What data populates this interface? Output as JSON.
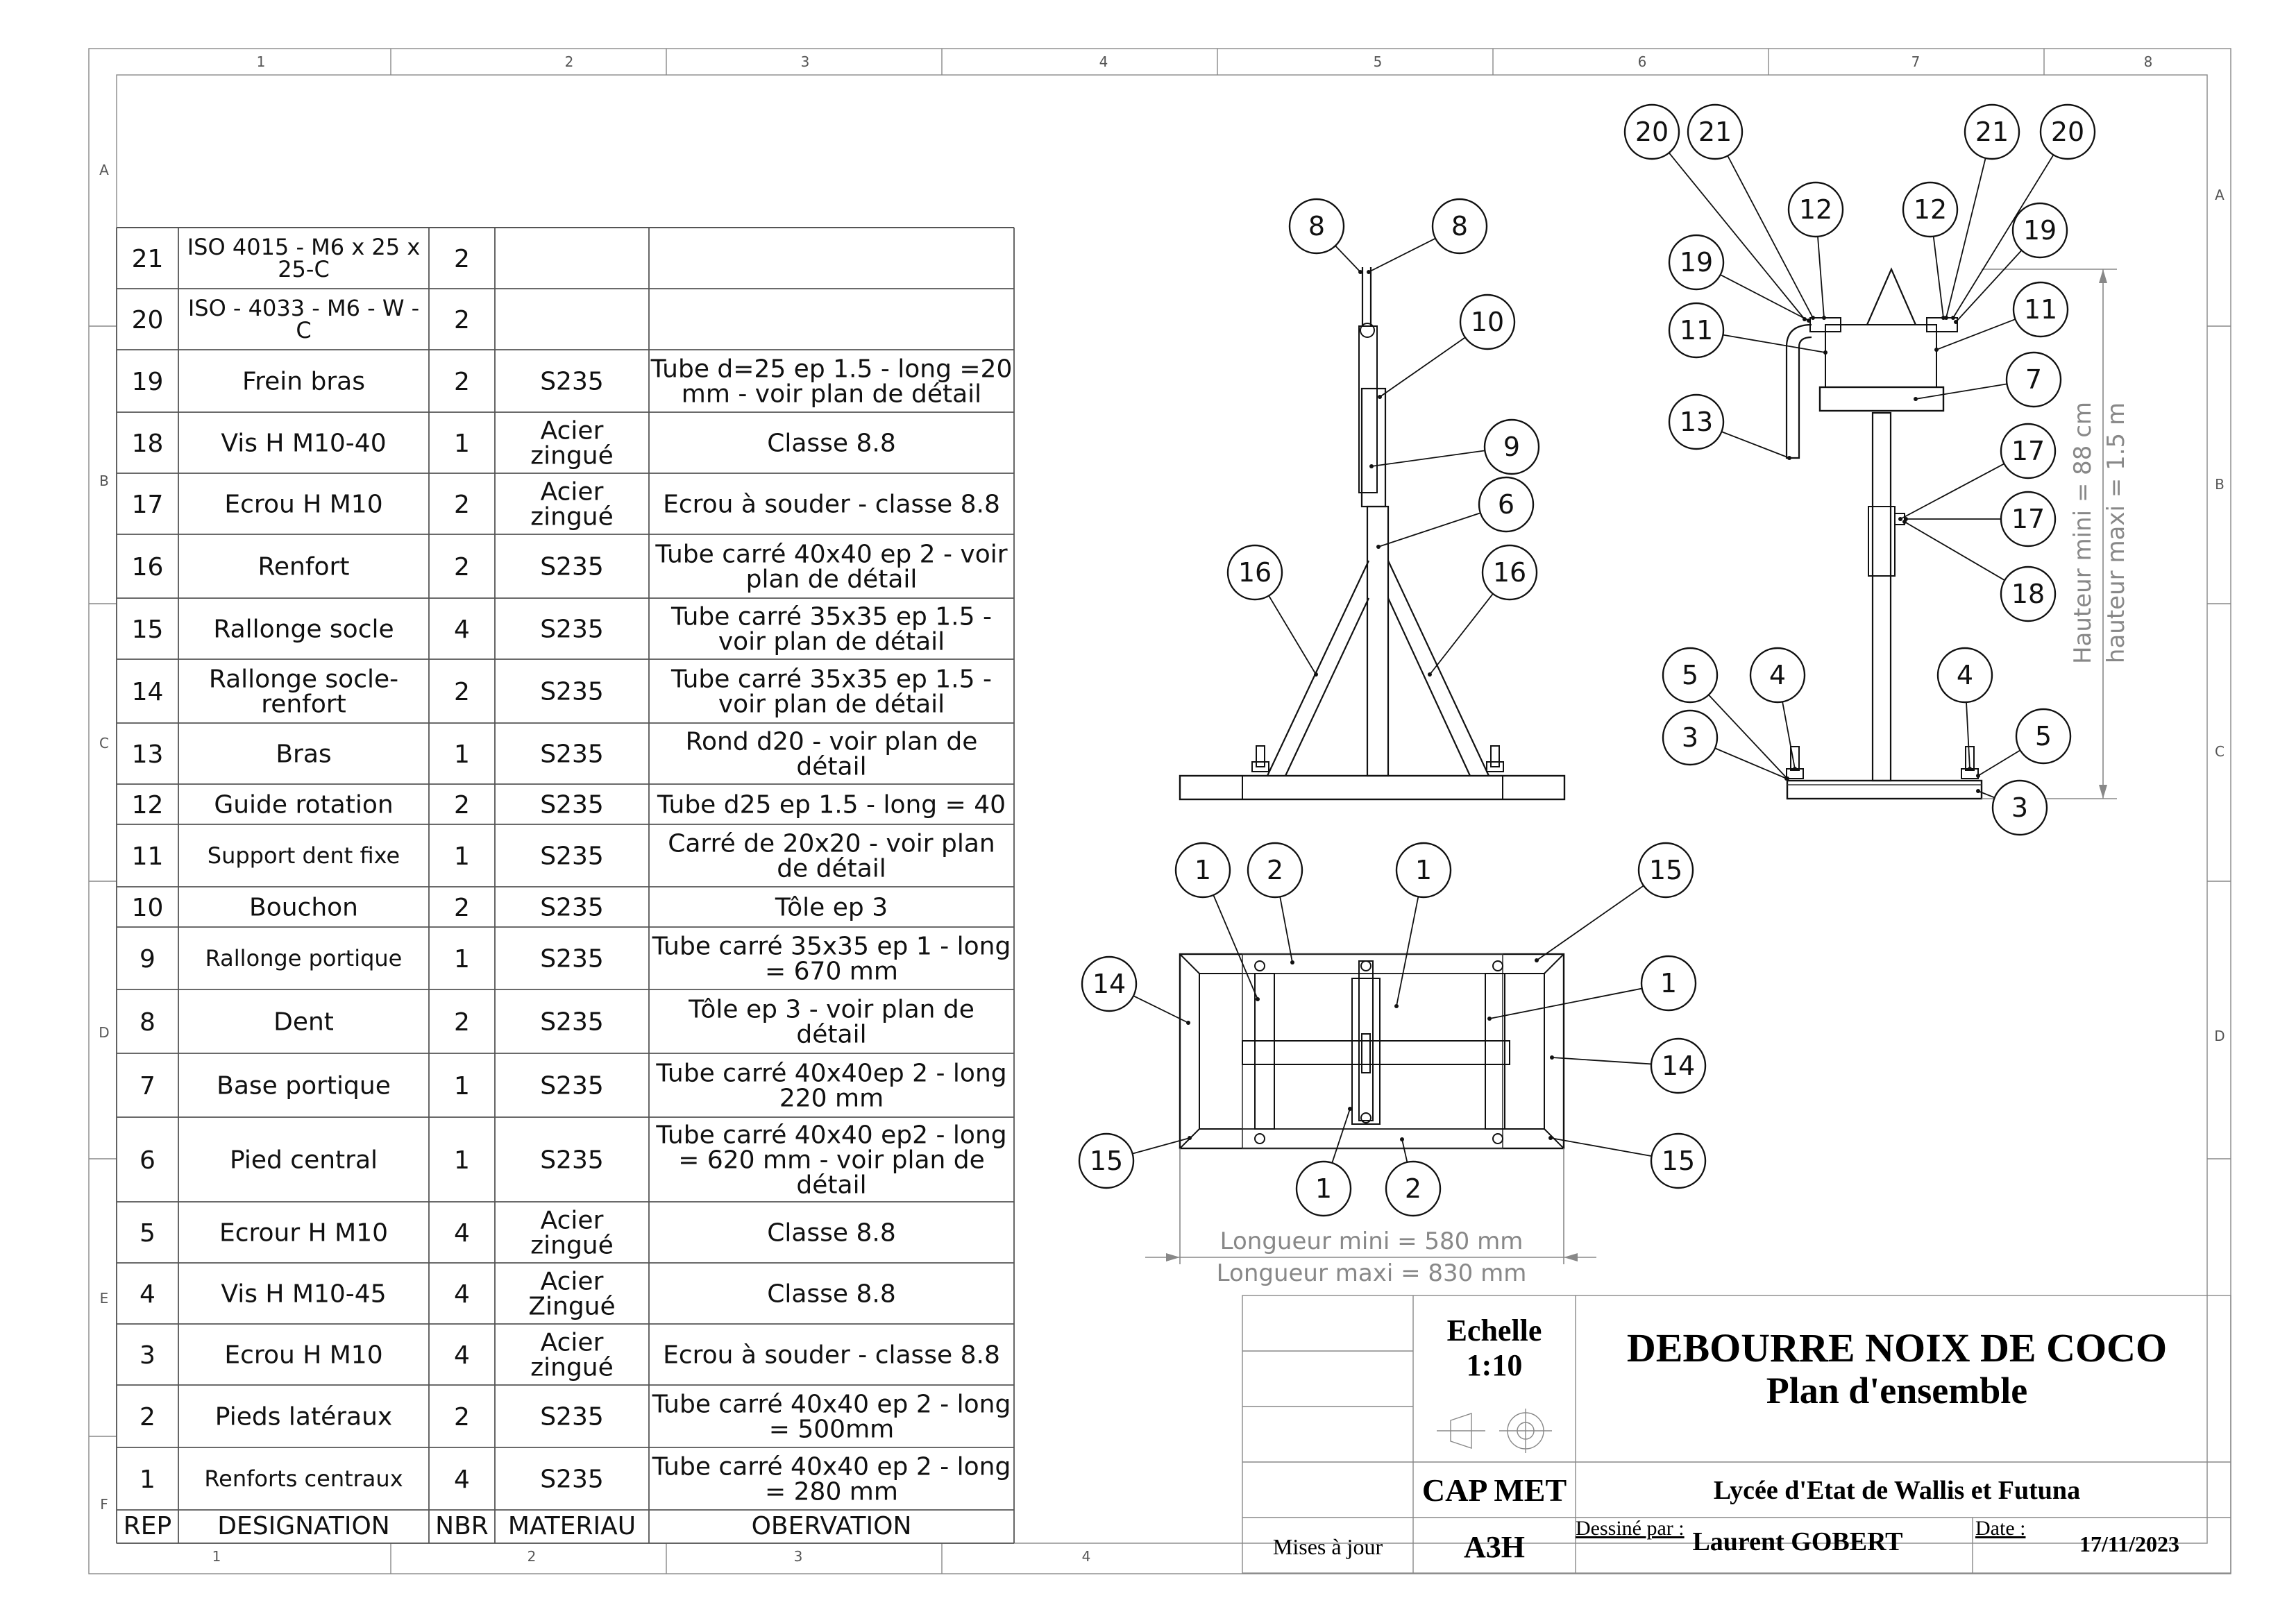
{
  "border": {
    "top_cols": [
      "1",
      "2",
      "3",
      "4",
      "5",
      "6",
      "7",
      "8"
    ],
    "bottom_cols": [
      "1",
      "2",
      "3",
      "4"
    ],
    "left_rows": [
      "A",
      "B",
      "C",
      "D",
      "E",
      "F"
    ],
    "right_rows": [
      "A",
      "B",
      "C",
      "D"
    ]
  },
  "bom": {
    "headers": {
      "rep": "REP",
      "designation": "DESIGNATION",
      "nbr": "NBR",
      "materiau": "MATERIAU",
      "observation": "OBERVATION"
    },
    "rows": [
      {
        "rep": "21",
        "designation": [
          "ISO 4015 - M6 x 25 x",
          "25-C"
        ],
        "nbr": "2",
        "materiau": [],
        "observation": []
      },
      {
        "rep": "20",
        "designation": [
          "ISO - 4033 - M6 - W -",
          "C"
        ],
        "nbr": "2",
        "materiau": [],
        "observation": []
      },
      {
        "rep": "19",
        "designation": [
          "Frein bras"
        ],
        "nbr": "2",
        "materiau": [
          "S235"
        ],
        "observation": [
          "Tube d=25 ep 1.5 - long =20",
          "mm - voir plan de détail"
        ]
      },
      {
        "rep": "18",
        "designation": [
          "Vis H M10-40"
        ],
        "nbr": "1",
        "materiau": [
          "Acier",
          "zingué"
        ],
        "observation": [
          "Classe 8.8"
        ]
      },
      {
        "rep": "17",
        "designation": [
          "Ecrou H M10"
        ],
        "nbr": "2",
        "materiau": [
          "Acier",
          "zingué"
        ],
        "observation": [
          "Ecrou à souder - classe 8.8"
        ]
      },
      {
        "rep": "16",
        "designation": [
          "Renfort"
        ],
        "nbr": "2",
        "materiau": [
          "S235"
        ],
        "observation": [
          "Tube carré 40x40 ep 2 - voir",
          "plan de détail"
        ]
      },
      {
        "rep": "15",
        "designation": [
          "Rallonge socle"
        ],
        "nbr": "4",
        "materiau": [
          "S235"
        ],
        "observation": [
          "Tube carré 35x35 ep 1.5  -",
          "voir plan de détail"
        ]
      },
      {
        "rep": "14",
        "designation": [
          "Rallonge socle-",
          "renfort"
        ],
        "nbr": "2",
        "materiau": [
          "S235"
        ],
        "observation": [
          "Tube carré 35x35 ep 1.5  -",
          "voir plan de détail"
        ]
      },
      {
        "rep": "13",
        "designation": [
          "Bras"
        ],
        "nbr": "1",
        "materiau": [
          "S235"
        ],
        "observation": [
          "Rond d20 - voir plan de",
          "détail"
        ]
      },
      {
        "rep": "12",
        "designation": [
          "Guide rotation"
        ],
        "nbr": "2",
        "materiau": [
          "S235"
        ],
        "observation": [
          "Tube d25 ep 1.5 - long = 40"
        ]
      },
      {
        "rep": "11",
        "designation": [
          "Support dent fixe"
        ],
        "nbr": "1",
        "materiau": [
          "S235"
        ],
        "observation": [
          "Carré de 20x20 - voir plan",
          "de détail"
        ]
      },
      {
        "rep": "10",
        "designation": [
          "Bouchon"
        ],
        "nbr": "2",
        "materiau": [
          "S235"
        ],
        "observation": [
          "Tôle ep 3"
        ]
      },
      {
        "rep": "9",
        "designation": [
          "Rallonge portique"
        ],
        "nbr": "1",
        "materiau": [
          "S235"
        ],
        "observation": [
          "Tube carré 35x35 ep 1 - long",
          "= 670 mm"
        ]
      },
      {
        "rep": "8",
        "designation": [
          "Dent"
        ],
        "nbr": "2",
        "materiau": [
          "S235"
        ],
        "observation": [
          "Tôle ep 3 - voir plan de",
          "détail"
        ]
      },
      {
        "rep": "7",
        "designation": [
          "Base portique"
        ],
        "nbr": "1",
        "materiau": [
          "S235"
        ],
        "observation": [
          "Tube carré 40x40ep 2 - long",
          "220 mm"
        ]
      },
      {
        "rep": "6",
        "designation": [
          "Pied central"
        ],
        "nbr": "1",
        "materiau": [
          "S235"
        ],
        "observation": [
          "Tube carré 40x40 ep2 - long",
          "= 620 mm - voir plan de",
          "détail"
        ]
      },
      {
        "rep": "5",
        "designation": [
          "Ecrour H M10"
        ],
        "nbr": "4",
        "materiau": [
          "Acier",
          "zingué"
        ],
        "observation": [
          "Classe 8.8"
        ]
      },
      {
        "rep": "4",
        "designation": [
          "Vis H M10-45"
        ],
        "nbr": "4",
        "materiau": [
          "Acier",
          "Zingué"
        ],
        "observation": [
          "Classe 8.8"
        ]
      },
      {
        "rep": "3",
        "designation": [
          "Ecrou H M10"
        ],
        "nbr": "4",
        "materiau": [
          "Acier",
          "zingué"
        ],
        "observation": [
          "Ecrou à souder - classe 8.8"
        ]
      },
      {
        "rep": "2",
        "designation": [
          "Pieds latéraux"
        ],
        "nbr": "2",
        "materiau": [
          "S235"
        ],
        "observation": [
          "Tube carré 40x40 ep 2 - long",
          "= 500mm"
        ]
      },
      {
        "rep": "1",
        "designation": [
          "Renforts centraux"
        ],
        "nbr": "4",
        "materiau": [
          "S235"
        ],
        "observation": [
          "Tube carré 40x40 ep 2 - long",
          "= 280 mm"
        ]
      }
    ]
  },
  "title_block": {
    "echelle_label": "Echelle",
    "echelle_value": "1:10",
    "title": "DEBOURRE NOIX DE COCO",
    "subtitle": "Plan d'ensemble",
    "section": "CAP MET",
    "school": "Lycée d'Etat de Wallis et Futuna",
    "updates_label": "Mises à jour",
    "format": "A3H",
    "drawn_by_label": "Dessiné par :",
    "drawn_by": "Laurent GOBERT",
    "date_label": "Date :",
    "date": "17/11/2023"
  },
  "dimensions": {
    "longueur_mini": "Longueur mini = 580 mm",
    "longueur_maxi": "Longueur maxi = 830 mm",
    "hauteur_mini": "Hauteur mini = 88 cm",
    "hauteur_maxi": "hauteur maxi = 1.5 m"
  },
  "balloons": {
    "front": [
      "8",
      "8",
      "10",
      "9",
      "6",
      "16",
      "16"
    ],
    "side": [
      "20",
      "21",
      "21",
      "20",
      "12",
      "12",
      "19",
      "19",
      "11",
      "11",
      "7",
      "13",
      "17",
      "17",
      "18",
      "5",
      "4",
      "4",
      "5",
      "3",
      "3"
    ],
    "top": [
      "1",
      "2",
      "1",
      "15",
      "14",
      "1",
      "14",
      "15",
      "1",
      "2",
      "15"
    ]
  }
}
